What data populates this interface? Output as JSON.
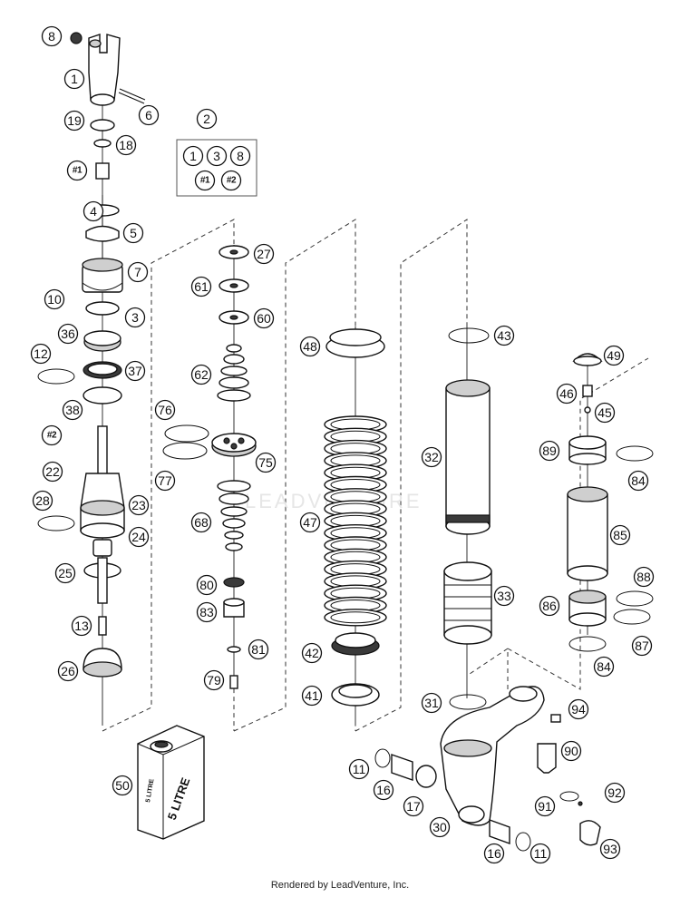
{
  "footer": {
    "credit": "Rendered by LeadVenture, Inc."
  },
  "watermark": {
    "text": "LEADVENTURE"
  },
  "kit_box": {
    "callout": "2",
    "items": [
      "1",
      "3",
      "8",
      "#1",
      "#2"
    ]
  },
  "oil_can": {
    "label_front": "5 LITRE",
    "label_side": "5 LITRE"
  },
  "callouts": [
    "8",
    "1",
    "6",
    "19",
    "18",
    "#1",
    "4",
    "5",
    "7",
    "10",
    "3",
    "36",
    "12",
    "37",
    "38",
    "#2",
    "22",
    "23",
    "28",
    "24",
    "25",
    "13",
    "26",
    "27",
    "61",
    "60",
    "62",
    "76",
    "77",
    "75",
    "68",
    "80",
    "83",
    "81",
    "79",
    "48",
    "47",
    "42",
    "41",
    "43",
    "32",
    "33",
    "31",
    "49",
    "46",
    "45",
    "89",
    "84",
    "85",
    "88",
    "86",
    "87",
    "84",
    "94",
    "90",
    "11",
    "16",
    "17",
    "30",
    "91",
    "92",
    "16",
    "11",
    "93",
    "50"
  ]
}
